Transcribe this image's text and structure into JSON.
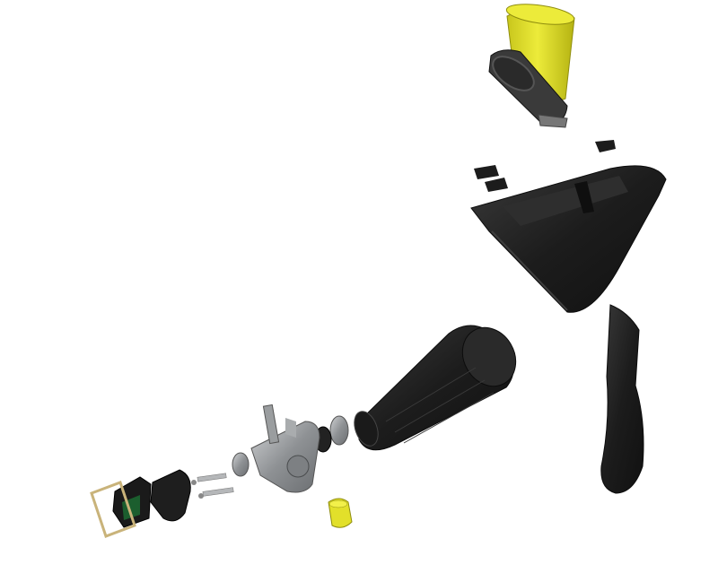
{
  "scene": {
    "colors": {
      "background": "#ffffff",
      "filter_yellow": "#e2e02a",
      "filter_yellow_dark": "#b9b814",
      "rubber_black": "#1c1c1c",
      "rubber_dark": "#2a2a2a",
      "metal_grey": "#8a8d90",
      "metal_light": "#c9cbcd",
      "gasket_tan": "#c9b37a",
      "brand_red": "#c0392b"
    },
    "parts": [
      {
        "id": "air-filter",
        "icon": "conical-air-filter-icon"
      },
      {
        "id": "airbox",
        "icon": "airbox-housing-icon"
      },
      {
        "id": "airbox-clips",
        "icon": "clip-icon"
      },
      {
        "id": "intake-boot",
        "icon": "intake-hose-icon"
      },
      {
        "id": "carburetor",
        "icon": "carburetor-icon"
      },
      {
        "id": "reed-valve",
        "icon": "reed-valve-icon"
      },
      {
        "id": "gasket",
        "icon": "gasket-icon"
      },
      {
        "id": "bolts",
        "icon": "bolt-icon"
      },
      {
        "id": "side-cover",
        "icon": "side-cover-icon"
      },
      {
        "id": "jet-pack",
        "icon": "jet-package-icon"
      }
    ]
  }
}
